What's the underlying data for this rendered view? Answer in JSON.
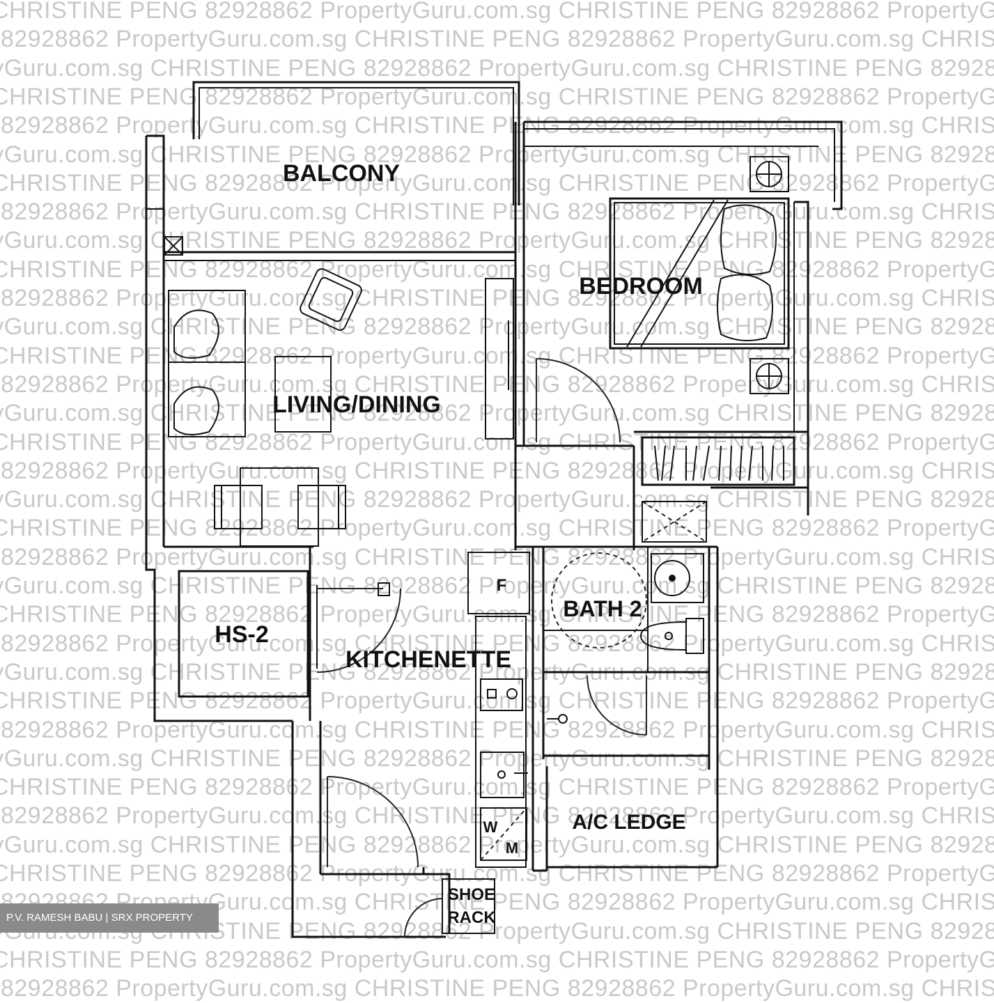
{
  "watermark": {
    "phrase": "CHRISTINE PENG 82928862 PropertyGuru.com.sg",
    "color": "#c9c9c9"
  },
  "credit": {
    "text": "P.V. RAMESH BABU | SRX PROPERTY",
    "background": "#8a8a8a"
  },
  "rooms": {
    "balcony": "BALCONY",
    "bedroom": "BEDROOM",
    "living_dining": "LIVING/DINING",
    "hs2": "HS-2",
    "kitchenette": "KITCHENETTE",
    "bath2": "BATH 2",
    "ac_ledge": "A/C LEDGE",
    "shoe": "SHOE",
    "rack": "RACK"
  },
  "fixtures": {
    "fridge": "F",
    "washer_w": "W",
    "washer_m": "M"
  }
}
